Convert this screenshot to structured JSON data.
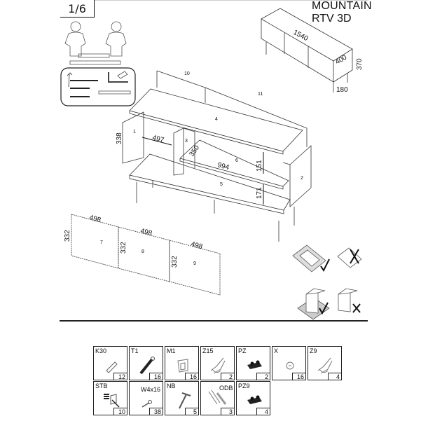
{
  "header": {
    "page_indicator": "1/6",
    "product_name": "MOUNTAIN",
    "product_model": "RTV 3D"
  },
  "overview_dimensions": {
    "width": "1540",
    "depth": "400",
    "height": "370",
    "leg_height": "180"
  },
  "carcass": {
    "part_labels": [
      "1",
      "2",
      "3",
      "4",
      "5",
      "6",
      "10",
      "11"
    ],
    "dimensions": {
      "side_height": "338",
      "compartment_width": "497",
      "shelf_depth": "350",
      "shelf_width": "994",
      "upper_clearance": "151",
      "lower_clearance": "171"
    }
  },
  "doors": [
    {
      "label": "7",
      "width": "498",
      "height": "332"
    },
    {
      "label": "8",
      "width": "498",
      "height": "332"
    },
    {
      "label": "9",
      "width": "498",
      "height": "332"
    }
  ],
  "icons": {
    "workers": "two-person-assembly-icon",
    "tools": [
      "hammer-icon",
      "screwdriver-flat-icon",
      "screwdriver-phillips-icon",
      "allen-key-icon",
      "spirit-level-icon",
      "wrench-icon"
    ],
    "hints": [
      {
        "name": "mat-correct-icon",
        "mark": "✓"
      },
      {
        "name": "floor-wrong-icon",
        "mark": "✗"
      },
      {
        "name": "upright-mat-correct-icon",
        "mark": "✓"
      },
      {
        "name": "upright-floor-wrong-icon",
        "mark": "✗"
      }
    ]
  },
  "hardware": [
    {
      "code": "K30",
      "qty": "12",
      "icon": "dowel-icon"
    },
    {
      "code": "T1",
      "qty": "16",
      "icon": "cam-bolt-icon"
    },
    {
      "code": "M1",
      "qty": "16",
      "icon": "cam-lock-icon"
    },
    {
      "code": "Z15",
      "qty": "2",
      "icon": "hinge-icon"
    },
    {
      "code": "PZ",
      "qty": "2",
      "icon": "mounting-plate-icon"
    },
    {
      "code": "X",
      "qty": "16",
      "icon": "cap-icon"
    },
    {
      "code": "Z9",
      "qty": "4",
      "icon": "hinge-icon"
    },
    {
      "code": "STB",
      "qty": "10",
      "icon": "shelf-support-icon"
    },
    {
      "code": "W4x16",
      "qty": "38",
      "icon": "screw-icon"
    },
    {
      "code": "NB",
      "qty": "5",
      "icon": "leg-icon"
    },
    {
      "code": "ODB",
      "qty": "3",
      "icon": "bumper-icon"
    },
    {
      "code": "PZ9",
      "qty": "4",
      "icon": "mounting-plate-icon"
    }
  ]
}
